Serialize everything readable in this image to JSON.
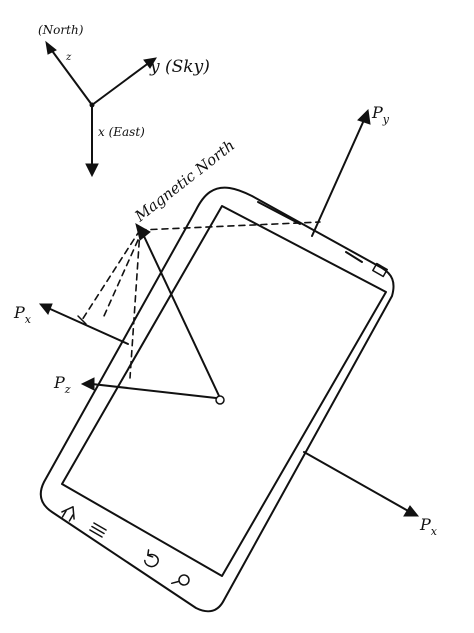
{
  "axes": {
    "north_label": "(North)",
    "z_label": "z",
    "y_label": "y (Sky)",
    "x_label": "x (East)"
  },
  "magnetic_north_label": "Magnetic North",
  "vector_labels": {
    "py": "P",
    "py_sub": "y",
    "px_left": "P",
    "px_left_sub": "x",
    "pz": "P",
    "pz_sub": "z",
    "px_right": "P",
    "px_right_sub": "x"
  },
  "icons": [
    "home-icon",
    "menu-icon",
    "back-icon",
    "search-icon"
  ]
}
